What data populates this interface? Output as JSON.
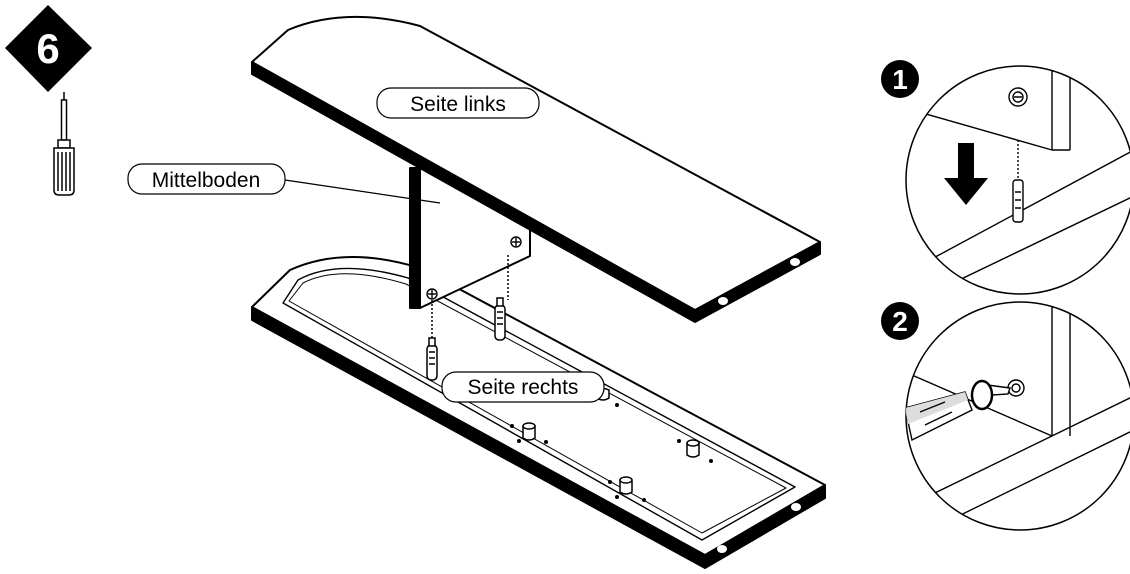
{
  "step": {
    "number": "6",
    "tool_icon": "screwdriver-icon"
  },
  "labels": {
    "left_side": "Seite links",
    "middle_shelf": "Mittelboden",
    "right_side": "Seite rechts"
  },
  "details": [
    {
      "number": "1",
      "icon": "arrow-down-icon"
    },
    {
      "number": "2",
      "icon": "screwdriver-icon"
    }
  ],
  "colors": {
    "ink": "#000000",
    "paper": "#ffffff",
    "shade": "#cccccc"
  }
}
